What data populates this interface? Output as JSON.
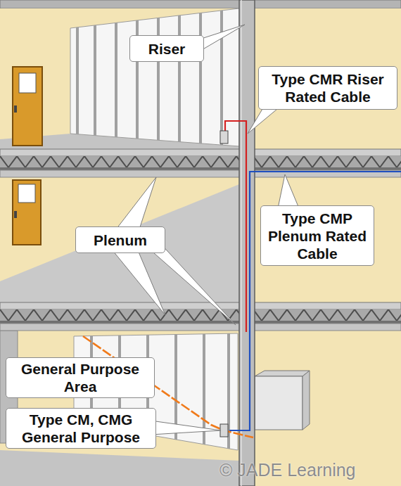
{
  "diagram": {
    "nodes": [
      {
        "text": [
          "Riser"
        ]
      },
      {
        "text": [
          "Type CMR Riser Rated Cable"
        ]
      },
      {
        "text": [
          "Plenum"
        ]
      },
      {
        "text": [
          "Type CMP Plenum Rated Cable"
        ]
      },
      {
        "text": [
          "General Purpose Area"
        ]
      },
      {
        "text": [
          "Type CM, CMG General Purpose"
        ]
      }
    ],
    "labels": [
      "© JADE Learning"
    ]
  }
}
